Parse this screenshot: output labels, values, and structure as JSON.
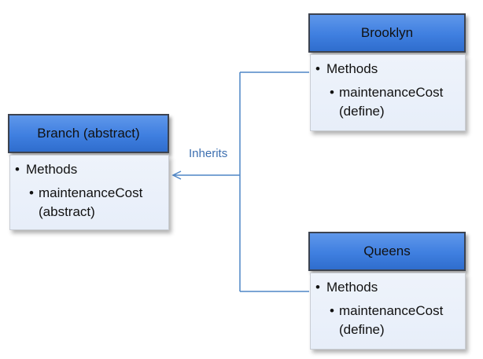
{
  "classes": [
    {
      "name": "Branch (abstract)",
      "section_label": "Methods",
      "method_name": "maintenanceCost",
      "method_qualifier": "(abstract)"
    },
    {
      "name": "Brooklyn",
      "section_label": "Methods",
      "method_name": "maintenanceCost",
      "method_qualifier": "(define)"
    },
    {
      "name": "Queens",
      "section_label": "Methods",
      "method_name": "maintenanceCost",
      "method_qualifier": "(define)"
    }
  ],
  "relationship_label": "Inherits",
  "colors": {
    "header_fill": "#3f7fe0",
    "body_fill": "#e9eff9",
    "connector": "#4f86c6",
    "label_text": "#3d6fb0"
  }
}
